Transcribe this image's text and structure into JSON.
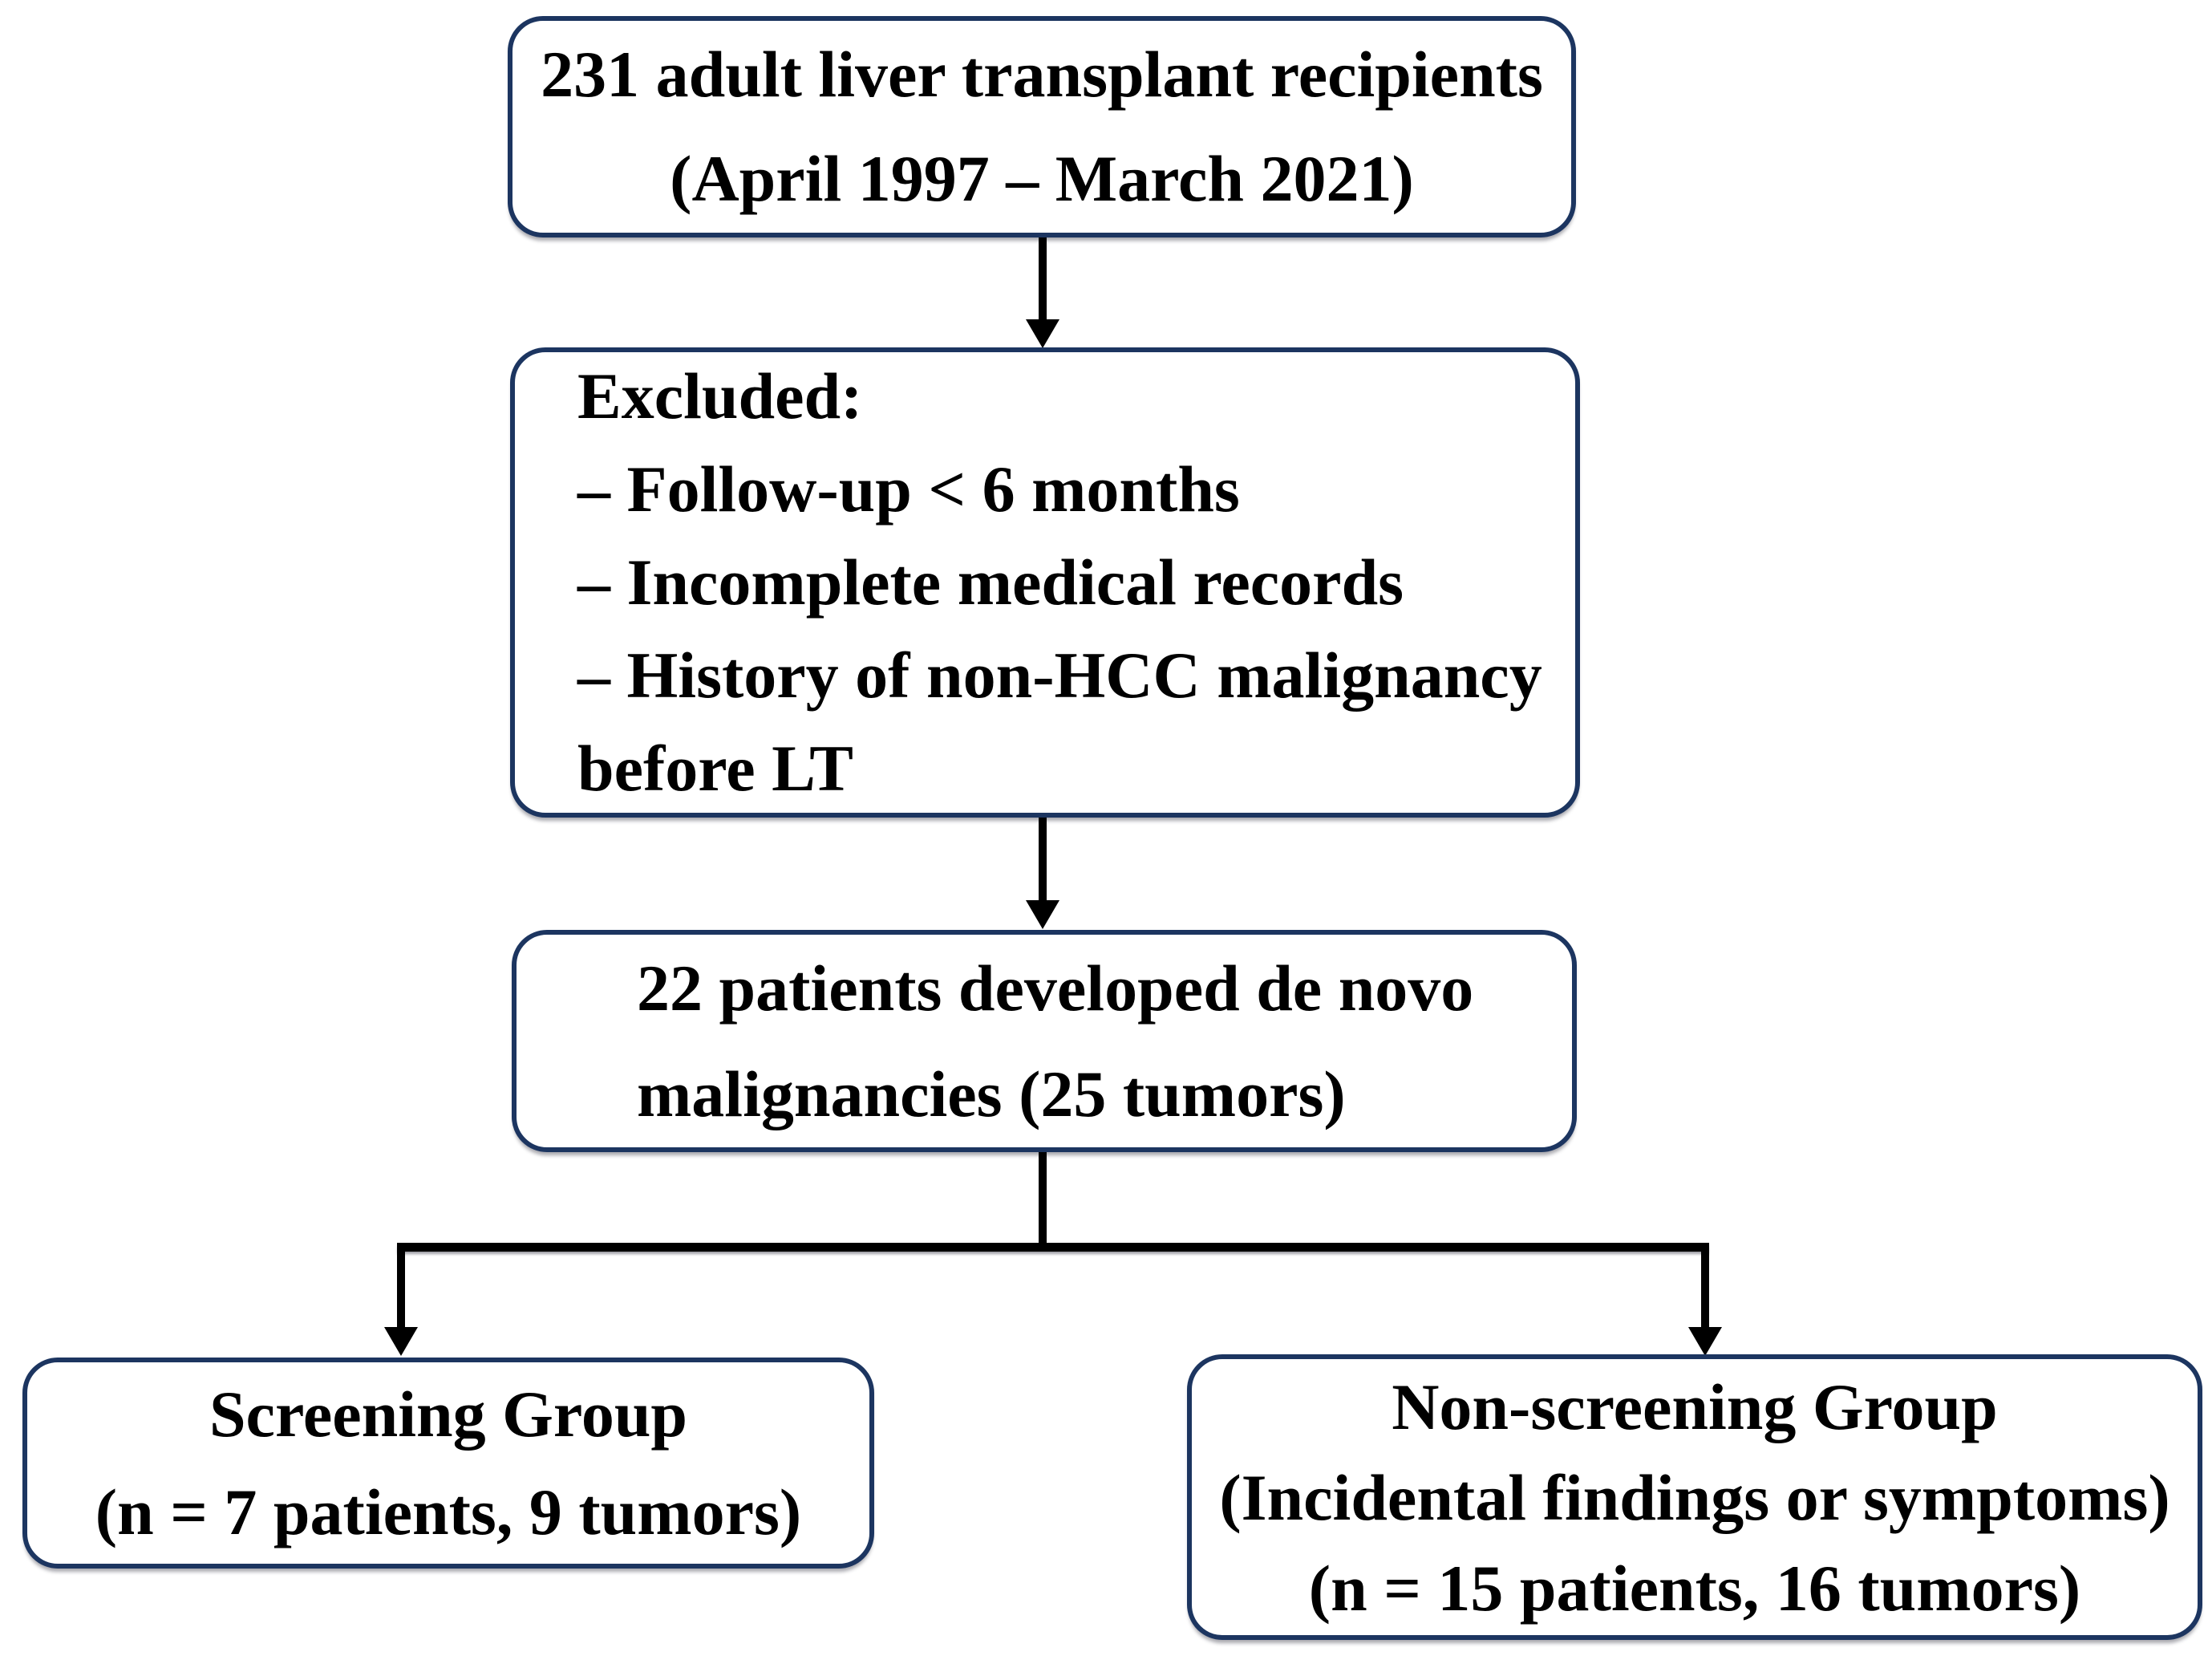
{
  "flowchart": {
    "recipients_box": {
      "line1": "231 adult liver transplant recipients",
      "line2": "(April 1997 – March 2021)"
    },
    "excluded_box": {
      "title": "Excluded:",
      "item1": "– Follow-up < 6 months",
      "item2": "– Incomplete medical records",
      "item3": "– History of non-HCC malignancy",
      "item3_continued": "before LT"
    },
    "denovo_box": {
      "line1": "22 patients developed de novo",
      "line2": "malignancies (25 tumors)"
    },
    "screening_box": {
      "line1": "Screening Group",
      "line2": "(n = 7 patients, 9 tumors)"
    },
    "nonscreening_box": {
      "line1": "Non-screening Group",
      "line2": "(Incidental findings or symptoms)",
      "line3": "(n = 15 patients, 16 tumors)"
    },
    "colors": {
      "box_border": "#1c3560",
      "text": "#000000",
      "arrow": "#000000",
      "background": "#ffffff"
    }
  }
}
